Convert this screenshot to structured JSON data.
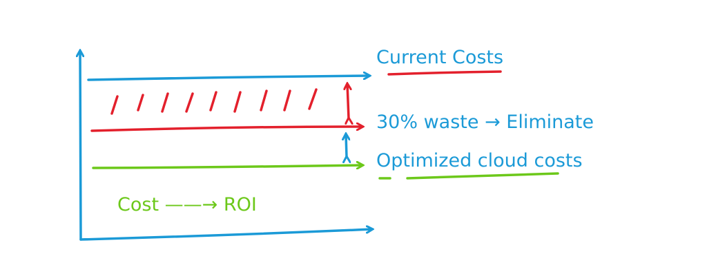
{
  "colors": {
    "blue": "#1b9ad7",
    "red": "#e3202c",
    "green": "#6cc81a"
  },
  "labels": {
    "current_costs": "Current Costs",
    "waste": "30% waste → Eliminate",
    "optimized": "Optimized cloud costs",
    "cost_roi": "Cost ——→ ROI"
  }
}
